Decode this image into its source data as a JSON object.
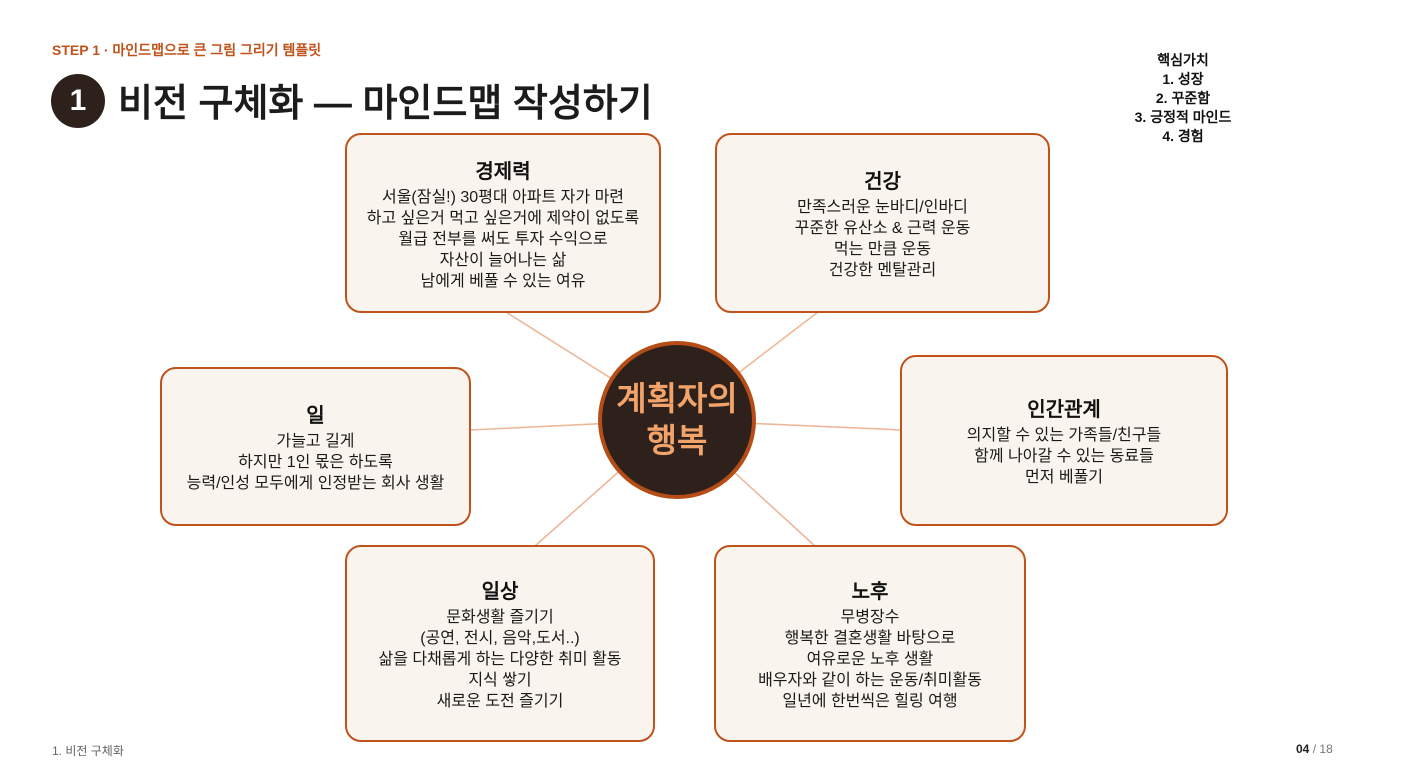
{
  "header": {
    "step_label": "STEP 1 · 마인드맵으로 큰 그림 그리기 템플릿",
    "badge_number": "1",
    "title": "비전 구체화 — 마인드맵 작성하기"
  },
  "core_values": [
    "핵심가치",
    "1. 성장",
    "2. 꾸준함",
    "3. 긍정적 마인드",
    "4. 경험"
  ],
  "center": {
    "text": "계획자의\n행복"
  },
  "nodes": {
    "economy": {
      "title": "경제력",
      "lines": [
        "서울(잠실!) 30평대 아파트 자가 마련",
        "하고 싶은거 먹고 싶은거에 제약이 없도록",
        "월급 전부를 써도 투자 수익으로",
        "자산이 늘어나는 삶",
        "남에게 베풀 수 있는 여유"
      ]
    },
    "health": {
      "title": "건강",
      "lines": [
        "만족스러운 눈바디/인바디",
        "꾸준한 유산소 & 근력 운동",
        "먹는 만큼 운동",
        "건강한 멘탈관리"
      ]
    },
    "work": {
      "title": "일",
      "lines": [
        "가늘고 길게",
        "하지만 1인 몫은 하도록",
        "능력/인성 모두에게 인정받는 회사 생활"
      ]
    },
    "relations": {
      "title": "인간관계",
      "lines": [
        "의지할 수 있는 가족들/친구들",
        "함께 나아갈 수 있는 동료들",
        "먼저 베풀기"
      ]
    },
    "daily": {
      "title": "일상",
      "lines": [
        "문화생활 즐기기",
        "(공연, 전시, 음악,도서..)",
        "삶을 다채롭게 하는 다양한 취미 활동",
        "지식 쌓기",
        "새로운 도전 즐기기"
      ]
    },
    "retirement": {
      "title": "노후",
      "lines": [
        "무병장수",
        "행복한 결혼생활 바탕으로",
        "여유로운 노후 생활",
        "배우자와 같이 하는 운동/취미활동",
        "일년에 한번씩은 힐링 여행"
      ]
    }
  },
  "footer": {
    "section": "1. 비전 구체화",
    "page_current": "04",
    "page_separator": "/",
    "page_total": "18"
  },
  "colors": {
    "accent": "#c0531b",
    "center_fill": "#2e211c",
    "center_text": "#f2a36a",
    "node_fill": "#f9f5ee",
    "connector": "#edb89a"
  }
}
